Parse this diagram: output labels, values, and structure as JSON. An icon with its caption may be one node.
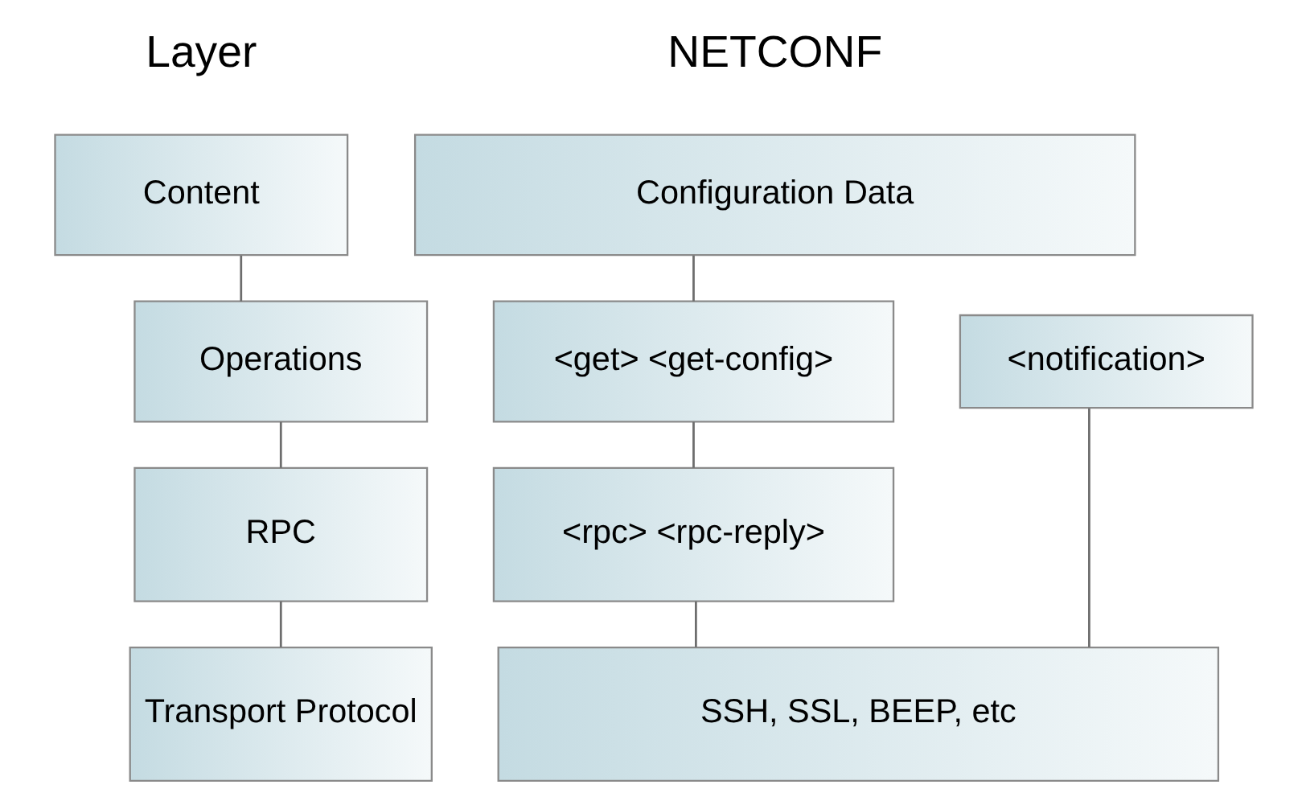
{
  "diagram": {
    "nodes": [
      {
        "text": [
          "Content"
        ]
      },
      {
        "text": [
          "Operations"
        ]
      },
      {
        "text": [
          "RPC"
        ]
      },
      {
        "text": [
          "Transport Protocol"
        ]
      },
      {
        "text": [
          "Configuration Data"
        ]
      },
      {
        "text": [
          "<get> <get-config>"
        ]
      },
      {
        "text": [
          "<notification>"
        ]
      },
      {
        "text": [
          "<rpc> <rpc-reply>"
        ]
      },
      {
        "text": [
          "SSH, SSL, BEEP, etc"
        ]
      }
    ],
    "edges": [
      {
        "from": 0,
        "to": 1,
        "arrow": "none"
      },
      {
        "from": 1,
        "to": 2,
        "arrow": "none"
      },
      {
        "from": 2,
        "to": 3,
        "arrow": "none"
      },
      {
        "from": 4,
        "to": 5,
        "arrow": "none"
      },
      {
        "from": 5,
        "to": 7,
        "arrow": "none"
      },
      {
        "from": 7,
        "to": 8,
        "arrow": "none"
      },
      {
        "from": 6,
        "to": 8,
        "arrow": "none"
      }
    ],
    "labels": [
      "Layer",
      "NETCONF"
    ]
  }
}
